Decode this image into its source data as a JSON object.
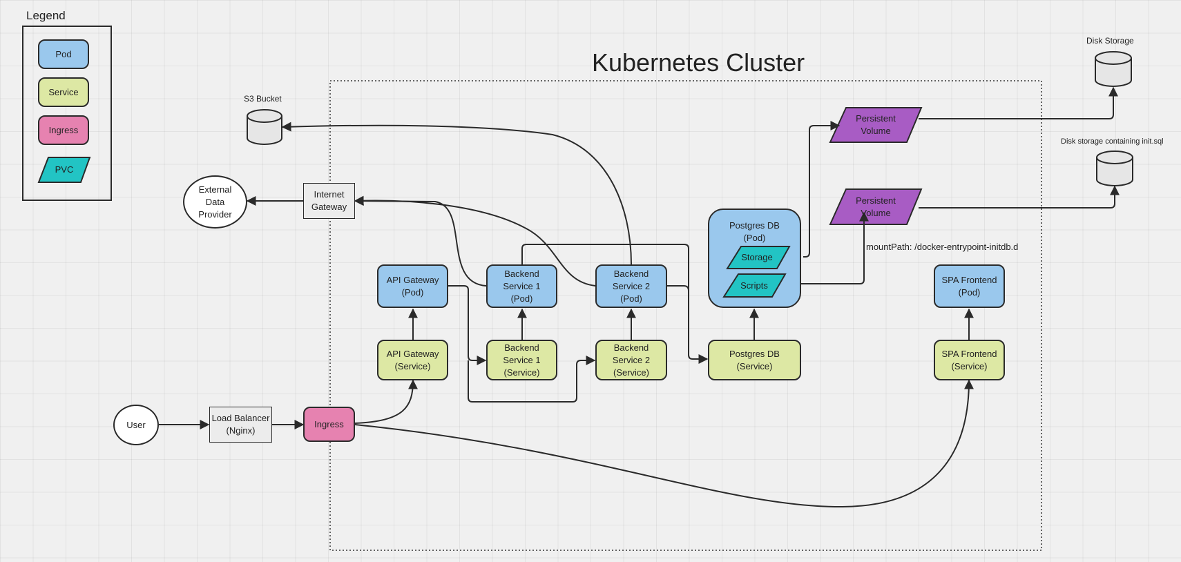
{
  "title": "Kubernetes Cluster",
  "legend": {
    "title": "Legend",
    "items": [
      {
        "label": "Pod",
        "color": "#9ac8ed"
      },
      {
        "label": "Service",
        "color": "#dde8a4"
      },
      {
        "label": "Ingress",
        "color": "#e682b0"
      },
      {
        "label": "PVC",
        "color": "#22c4c4"
      }
    ]
  },
  "colors": {
    "pod": "#9ac8ed",
    "service": "#dde8a4",
    "ingress": "#e682b0",
    "pvc": "#22c4c4",
    "persistent_volume": "#a85cc4",
    "cylinder": "#e6e6e6"
  },
  "nodes": {
    "user": "User",
    "load_balancer": "Load Balancer\n(Nginx)",
    "ingress": "Ingress",
    "api_gateway_svc": "API Gateway\n(Service)",
    "api_gateway_pod": "API Gateway\n(Pod)",
    "backend1_svc": "Backend\nService 1\n(Service)",
    "backend1_pod": "Backend\nService 1\n(Pod)",
    "backend2_svc": "Backend\nService 2\n(Service)",
    "backend2_pod": "Backend\nService 2\n(Pod)",
    "postgres_svc": "Postgres DB\n(Service)",
    "postgres_pod": "Postgres DB\n(Pod)",
    "spa_svc": "SPA Frontend\n(Service)",
    "spa_pod": "SPA Frontend\n(Pod)",
    "internet_gateway": "Internet\nGateway",
    "external_provider": "External\nData\nProvider"
  },
  "pvcs": {
    "storage": "Storage",
    "scripts": "Scripts"
  },
  "volumes": {
    "pv1": "Persistent\nVolume",
    "pv2": "Persistent\nVolume"
  },
  "storage_labels": {
    "s3": "S3 Bucket",
    "disk": "Disk Storage",
    "disk_init": "Disk storage containing init.sql"
  },
  "annotations": {
    "mount_path": "mountPath: /docker-entrypoint-initdb.d"
  }
}
